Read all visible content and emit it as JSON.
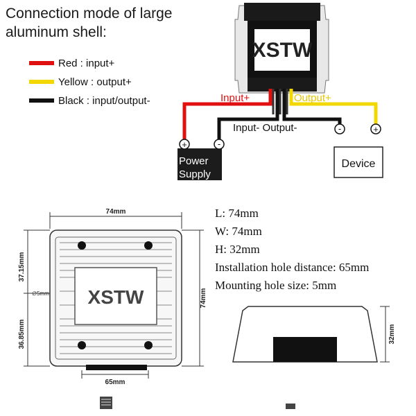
{
  "heading": {
    "line1": "Connection mode of large",
    "line2": "aluminum shell:"
  },
  "wire_legend": [
    {
      "color": "#e01010",
      "label": "Red : input+"
    },
    {
      "color": "#f2d800",
      "label": "Yellow : output+"
    },
    {
      "color": "#111111",
      "label": "Black : input/output-"
    }
  ],
  "wiring": {
    "input_plus": "Input+",
    "output_plus": "Output+",
    "common_neg": "Input- Output-",
    "power_supply": {
      "line1": "Power",
      "line2": "Supply"
    },
    "device": "Device",
    "plus_symbol": "+",
    "minus_symbol": "-"
  },
  "logo_text": "XSTW",
  "dimensions": {
    "top_width": "74mm",
    "bottom_hole_distance": "65mm",
    "height_right": "74mm",
    "upper_offset": "37.15mm",
    "lower_offset": "36.85mm",
    "hole_diameter": "∅5mm",
    "side_height": "32mm"
  },
  "specs": [
    "L: 74mm",
    "W: 74mm",
    "H: 32mm",
    "Installation hole distance: 65mm",
    "Mounting hole size: 5mm"
  ],
  "colors": {
    "red": "#e01010",
    "yellow": "#f2d800",
    "black": "#111111"
  }
}
